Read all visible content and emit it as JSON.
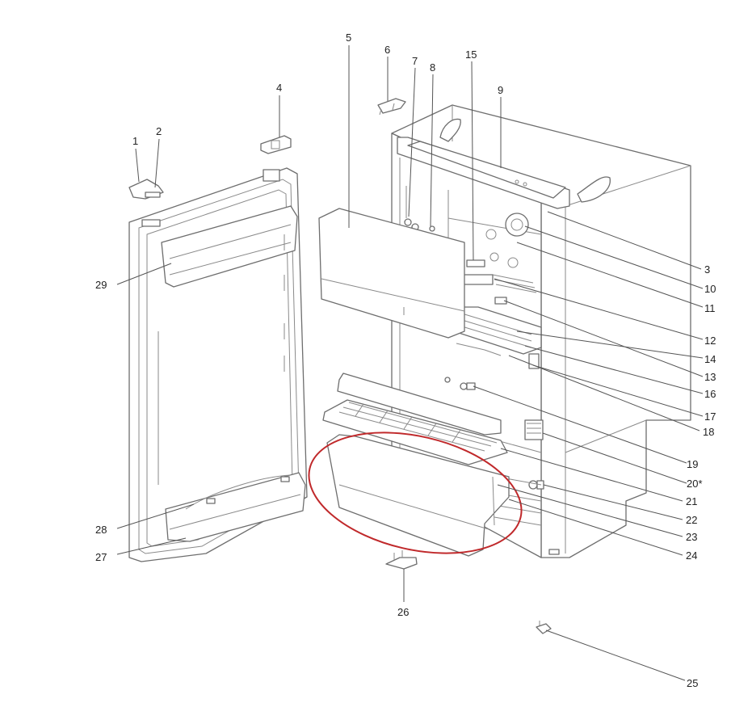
{
  "callouts": {
    "c1": "1",
    "c2": "2",
    "c3": "3",
    "c4": "4",
    "c5": "5",
    "c6": "6",
    "c7": "7",
    "c8": "8",
    "c9": "9",
    "c10": "10",
    "c11": "11",
    "c12": "12",
    "c13": "13",
    "c14": "14",
    "c15": "15",
    "c16": "16",
    "c17": "17",
    "c18": "18",
    "c19": "19",
    "c20": "20*",
    "c21": "21",
    "c22": "22",
    "c23": "23",
    "c24": "24",
    "c25": "25",
    "c26": "26",
    "c27": "27",
    "c28": "28",
    "c29": "29"
  },
  "colors": {
    "line": "#6e6e6e",
    "highlight": "#c0292b",
    "text": "#222222"
  }
}
